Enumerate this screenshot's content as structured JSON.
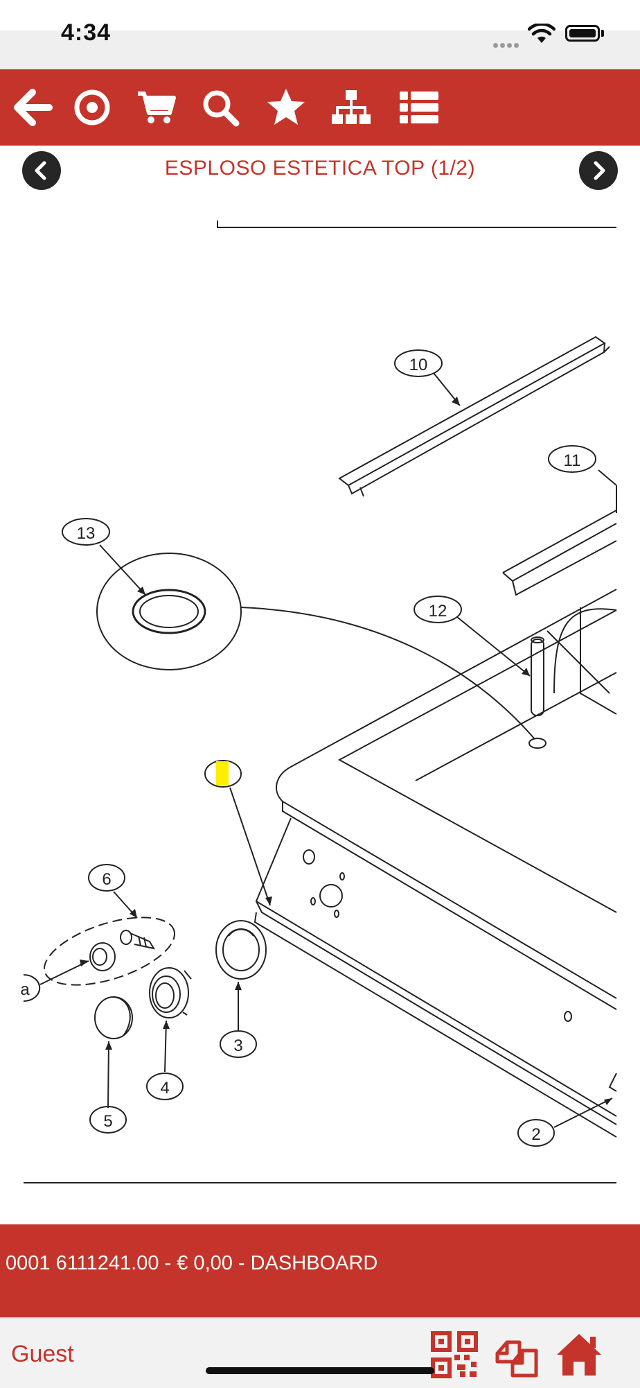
{
  "status_bar": {
    "time": "4:34"
  },
  "toolbar": {
    "icons": [
      "back-arrow-icon",
      "target-icon",
      "cart-icon",
      "search-icon",
      "star-icon",
      "hierarchy-icon",
      "list-icon"
    ],
    "color": "#c4342a"
  },
  "page": {
    "title": "ESPLOSO ESTETICA TOP (1/2)"
  },
  "diagram": {
    "labels": {
      "l10": "10",
      "l11": "11",
      "l13": "13",
      "l12": "12",
      "l6": "6",
      "la": "a",
      "l3": "3",
      "l4": "4",
      "l5": "5",
      "l2": "2"
    },
    "highlight_color": "#ffee00"
  },
  "bottom_bar": {
    "info": "0001 6111241.00 - € 0,00 - DASHBOARD"
  },
  "footer": {
    "user": "Guest",
    "icons": [
      "qr-code-icon",
      "copy-icon",
      "home-icon"
    ]
  }
}
